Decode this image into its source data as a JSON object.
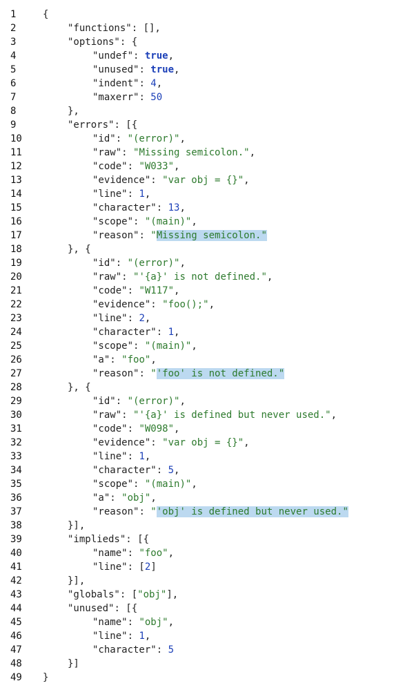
{
  "colors": {
    "string": "#2d7a2d",
    "number": "#1c40b8",
    "highlight": "#bcd9f0",
    "text": "#222222"
  },
  "lines": [
    {
      "n": "1",
      "ind": 0,
      "t": [
        [
          "p",
          "{"
        ]
      ]
    },
    {
      "n": "2",
      "ind": 1,
      "t": [
        [
          "k",
          "\"functions\""
        ],
        [
          "p",
          ": [],"
        ]
      ]
    },
    {
      "n": "3",
      "ind": 1,
      "t": [
        [
          "k",
          "\"options\""
        ],
        [
          "p",
          ": {"
        ]
      ]
    },
    {
      "n": "4",
      "ind": 2,
      "t": [
        [
          "k",
          "\"undef\""
        ],
        [
          "p",
          ": "
        ],
        [
          "b",
          "true"
        ],
        [
          "p",
          ","
        ]
      ]
    },
    {
      "n": "5",
      "ind": 2,
      "t": [
        [
          "k",
          "\"unused\""
        ],
        [
          "p",
          ": "
        ],
        [
          "b",
          "true"
        ],
        [
          "p",
          ","
        ]
      ]
    },
    {
      "n": "6",
      "ind": 2,
      "t": [
        [
          "k",
          "\"indent\""
        ],
        [
          "p",
          ": "
        ],
        [
          "n",
          "4"
        ],
        [
          "p",
          ","
        ]
      ]
    },
    {
      "n": "7",
      "ind": 2,
      "t": [
        [
          "k",
          "\"maxerr\""
        ],
        [
          "p",
          ": "
        ],
        [
          "n",
          "50"
        ]
      ]
    },
    {
      "n": "8",
      "ind": 1,
      "t": [
        [
          "p",
          "},"
        ]
      ]
    },
    {
      "n": "9",
      "ind": 1,
      "t": [
        [
          "k",
          "\"errors\""
        ],
        [
          "p",
          ": [{"
        ]
      ]
    },
    {
      "n": "10",
      "ind": 2,
      "t": [
        [
          "k",
          "\"id\""
        ],
        [
          "p",
          ": "
        ],
        [
          "s",
          "\"(error)\""
        ],
        [
          "p",
          ","
        ]
      ]
    },
    {
      "n": "11",
      "ind": 2,
      "t": [
        [
          "k",
          "\"raw\""
        ],
        [
          "p",
          ": "
        ],
        [
          "s",
          "\"Missing semicolon.\""
        ],
        [
          "p",
          ","
        ]
      ]
    },
    {
      "n": "12",
      "ind": 2,
      "t": [
        [
          "k",
          "\"code\""
        ],
        [
          "p",
          ": "
        ],
        [
          "s",
          "\"W033\""
        ],
        [
          "p",
          ","
        ]
      ]
    },
    {
      "n": "13",
      "ind": 2,
      "t": [
        [
          "k",
          "\"evidence\""
        ],
        [
          "p",
          ": "
        ],
        [
          "s",
          "\"var obj = {}\""
        ],
        [
          "p",
          ","
        ]
      ]
    },
    {
      "n": "14",
      "ind": 2,
      "t": [
        [
          "k",
          "\"line\""
        ],
        [
          "p",
          ": "
        ],
        [
          "n",
          "1"
        ],
        [
          "p",
          ","
        ]
      ]
    },
    {
      "n": "15",
      "ind": 2,
      "t": [
        [
          "k",
          "\"character\""
        ],
        [
          "p",
          ": "
        ],
        [
          "n",
          "13"
        ],
        [
          "p",
          ","
        ]
      ]
    },
    {
      "n": "16",
      "ind": 2,
      "t": [
        [
          "k",
          "\"scope\""
        ],
        [
          "p",
          ": "
        ],
        [
          "s",
          "\"(main)\""
        ],
        [
          "p",
          ","
        ]
      ]
    },
    {
      "n": "17",
      "ind": 2,
      "t": [
        [
          "k",
          "\"reason\""
        ],
        [
          "p",
          ": "
        ],
        [
          "s",
          "\""
        ],
        [
          "hl",
          "Missing semicolon.\""
        ]
      ]
    },
    {
      "n": "18",
      "ind": 1,
      "t": [
        [
          "p",
          "}, {"
        ]
      ]
    },
    {
      "n": "19",
      "ind": 2,
      "t": [
        [
          "k",
          "\"id\""
        ],
        [
          "p",
          ": "
        ],
        [
          "s",
          "\"(error)\""
        ],
        [
          "p",
          ","
        ]
      ]
    },
    {
      "n": "20",
      "ind": 2,
      "t": [
        [
          "k",
          "\"raw\""
        ],
        [
          "p",
          ": "
        ],
        [
          "s",
          "\"'{a}' is not defined.\""
        ],
        [
          "p",
          ","
        ]
      ]
    },
    {
      "n": "21",
      "ind": 2,
      "t": [
        [
          "k",
          "\"code\""
        ],
        [
          "p",
          ": "
        ],
        [
          "s",
          "\"W117\""
        ],
        [
          "p",
          ","
        ]
      ]
    },
    {
      "n": "22",
      "ind": 2,
      "t": [
        [
          "k",
          "\"evidence\""
        ],
        [
          "p",
          ": "
        ],
        [
          "s",
          "\"foo();\""
        ],
        [
          "p",
          ","
        ]
      ]
    },
    {
      "n": "23",
      "ind": 2,
      "t": [
        [
          "k",
          "\"line\""
        ],
        [
          "p",
          ": "
        ],
        [
          "n",
          "2"
        ],
        [
          "p",
          ","
        ]
      ]
    },
    {
      "n": "24",
      "ind": 2,
      "t": [
        [
          "k",
          "\"character\""
        ],
        [
          "p",
          ": "
        ],
        [
          "n",
          "1"
        ],
        [
          "p",
          ","
        ]
      ]
    },
    {
      "n": "25",
      "ind": 2,
      "t": [
        [
          "k",
          "\"scope\""
        ],
        [
          "p",
          ": "
        ],
        [
          "s",
          "\"(main)\""
        ],
        [
          "p",
          ","
        ]
      ]
    },
    {
      "n": "26",
      "ind": 2,
      "t": [
        [
          "k",
          "\"a\""
        ],
        [
          "p",
          ": "
        ],
        [
          "s",
          "\"foo\""
        ],
        [
          "p",
          ","
        ]
      ]
    },
    {
      "n": "27",
      "ind": 2,
      "t": [
        [
          "k",
          "\"reason\""
        ],
        [
          "p",
          ": "
        ],
        [
          "s",
          "\""
        ],
        [
          "hl",
          "'foo' is not defined.\""
        ]
      ]
    },
    {
      "n": "28",
      "ind": 1,
      "t": [
        [
          "p",
          "}, {"
        ]
      ]
    },
    {
      "n": "29",
      "ind": 2,
      "t": [
        [
          "k",
          "\"id\""
        ],
        [
          "p",
          ": "
        ],
        [
          "s",
          "\"(error)\""
        ],
        [
          "p",
          ","
        ]
      ]
    },
    {
      "n": "30",
      "ind": 2,
      "t": [
        [
          "k",
          "\"raw\""
        ],
        [
          "p",
          ": "
        ],
        [
          "s",
          "\"'{a}' is defined but never used.\""
        ],
        [
          "p",
          ","
        ]
      ]
    },
    {
      "n": "31",
      "ind": 2,
      "t": [
        [
          "k",
          "\"code\""
        ],
        [
          "p",
          ": "
        ],
        [
          "s",
          "\"W098\""
        ],
        [
          "p",
          ","
        ]
      ]
    },
    {
      "n": "32",
      "ind": 2,
      "t": [
        [
          "k",
          "\"evidence\""
        ],
        [
          "p",
          ": "
        ],
        [
          "s",
          "\"var obj = {}\""
        ],
        [
          "p",
          ","
        ]
      ]
    },
    {
      "n": "33",
      "ind": 2,
      "t": [
        [
          "k",
          "\"line\""
        ],
        [
          "p",
          ": "
        ],
        [
          "n",
          "1"
        ],
        [
          "p",
          ","
        ]
      ]
    },
    {
      "n": "34",
      "ind": 2,
      "t": [
        [
          "k",
          "\"character\""
        ],
        [
          "p",
          ": "
        ],
        [
          "n",
          "5"
        ],
        [
          "p",
          ","
        ]
      ]
    },
    {
      "n": "35",
      "ind": 2,
      "t": [
        [
          "k",
          "\"scope\""
        ],
        [
          "p",
          ": "
        ],
        [
          "s",
          "\"(main)\""
        ],
        [
          "p",
          ","
        ]
      ]
    },
    {
      "n": "36",
      "ind": 2,
      "t": [
        [
          "k",
          "\"a\""
        ],
        [
          "p",
          ": "
        ],
        [
          "s",
          "\"obj\""
        ],
        [
          "p",
          ","
        ]
      ]
    },
    {
      "n": "37",
      "ind": 2,
      "t": [
        [
          "k",
          "\"reason\""
        ],
        [
          "p",
          ": "
        ],
        [
          "s",
          "\""
        ],
        [
          "hl",
          "'obj' is defined but never used.\""
        ]
      ]
    },
    {
      "n": "38",
      "ind": 1,
      "t": [
        [
          "p",
          "}],"
        ]
      ]
    },
    {
      "n": "39",
      "ind": 1,
      "t": [
        [
          "k",
          "\"implieds\""
        ],
        [
          "p",
          ": [{"
        ]
      ]
    },
    {
      "n": "40",
      "ind": 2,
      "t": [
        [
          "k",
          "\"name\""
        ],
        [
          "p",
          ": "
        ],
        [
          "s",
          "\"foo\""
        ],
        [
          "p",
          ","
        ]
      ]
    },
    {
      "n": "41",
      "ind": 2,
      "t": [
        [
          "k",
          "\"line\""
        ],
        [
          "p",
          ": ["
        ],
        [
          "n",
          "2"
        ],
        [
          "p",
          "]"
        ]
      ]
    },
    {
      "n": "42",
      "ind": 1,
      "t": [
        [
          "p",
          "}],"
        ]
      ]
    },
    {
      "n": "43",
      "ind": 1,
      "t": [
        [
          "k",
          "\"globals\""
        ],
        [
          "p",
          ": ["
        ],
        [
          "s",
          "\"obj\""
        ],
        [
          "p",
          "],"
        ]
      ]
    },
    {
      "n": "44",
      "ind": 1,
      "t": [
        [
          "k",
          "\"unused\""
        ],
        [
          "p",
          ": [{"
        ]
      ]
    },
    {
      "n": "45",
      "ind": 2,
      "t": [
        [
          "k",
          "\"name\""
        ],
        [
          "p",
          ": "
        ],
        [
          "s",
          "\"obj\""
        ],
        [
          "p",
          ","
        ]
      ]
    },
    {
      "n": "46",
      "ind": 2,
      "t": [
        [
          "k",
          "\"line\""
        ],
        [
          "p",
          ": "
        ],
        [
          "n",
          "1"
        ],
        [
          "p",
          ","
        ]
      ]
    },
    {
      "n": "47",
      "ind": 2,
      "t": [
        [
          "k",
          "\"character\""
        ],
        [
          "p",
          ": "
        ],
        [
          "n",
          "5"
        ]
      ]
    },
    {
      "n": "48",
      "ind": 1,
      "t": [
        [
          "p",
          "}]"
        ]
      ]
    },
    {
      "n": "49",
      "ind": 0,
      "t": [
        [
          "p",
          "}"
        ]
      ]
    }
  ]
}
